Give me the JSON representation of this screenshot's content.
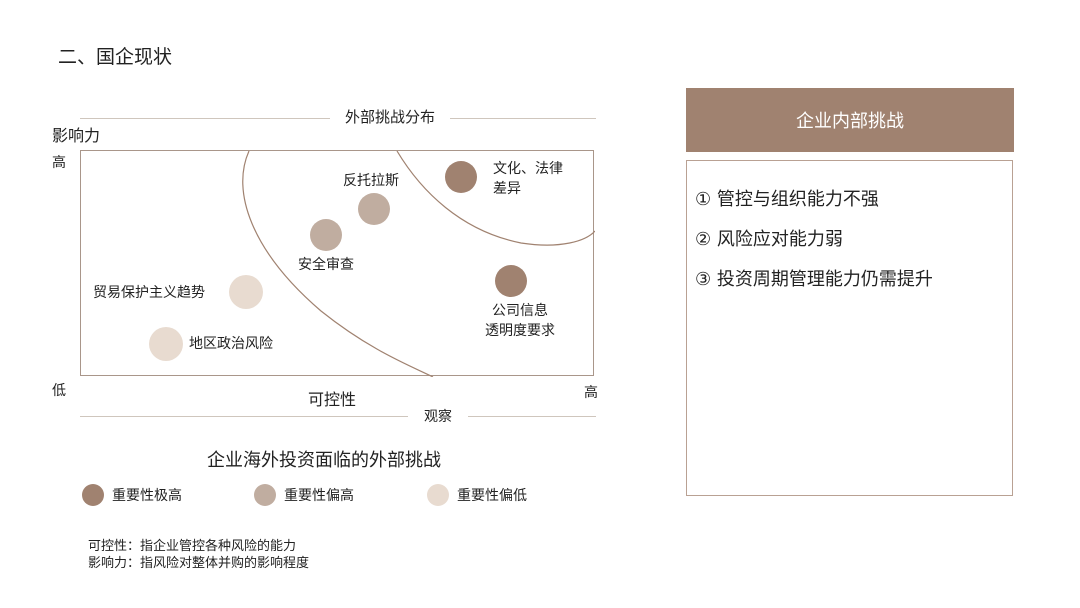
{
  "page": {
    "title": "二、国企现状"
  },
  "matrix": {
    "top_label": "外部挑战分布",
    "y_axis_label": "影响力",
    "y_high": "高",
    "y_low": "低",
    "x_axis_label": "可控性",
    "x_high": "高",
    "bottom_label": "观察",
    "caption": "企业海外投资面临的外部挑战",
    "colors": {
      "high": "#a08270",
      "medium": "#c0ada0",
      "low": "#e8dbd0",
      "frame": "#a9968a"
    },
    "items": [
      {
        "label": "文化、法律\n差异",
        "level": "high"
      },
      {
        "label": "反托拉斯",
        "level": "medium"
      },
      {
        "label": "安全审查",
        "level": "medium"
      },
      {
        "label": "公司信息\n透明度要求",
        "level": "high"
      },
      {
        "label": "贸易保护主义趋势",
        "level": "low"
      },
      {
        "label": "地区政治风险",
        "level": "low"
      }
    ],
    "legend": [
      {
        "label": "重要性极高",
        "level": "high"
      },
      {
        "label": "重要性偏高",
        "level": "medium"
      },
      {
        "label": "重要性偏低",
        "level": "low"
      }
    ],
    "notes": [
      "可控性：指企业管控各种风险的能力",
      "影响力：指风险对整体并购的影响程度"
    ]
  },
  "panel": {
    "header": "企业内部挑战",
    "items": [
      "① 管控与组织能力不强",
      "② 风险应对能力弱",
      "③ 投资周期管理能力仍需提升"
    ]
  }
}
